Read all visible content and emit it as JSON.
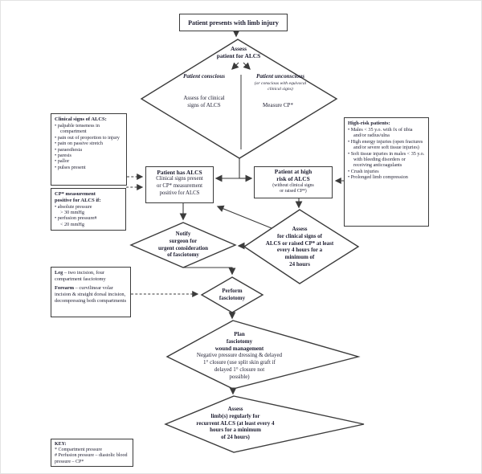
{
  "accent_colors": {
    "ink": "#1d1d30",
    "line": "#3b3b3b",
    "background": "#ffffff"
  },
  "top_box": {
    "label": "Patient presents with limb injury"
  },
  "triage_diamond": {
    "title": "Assess\npatient for ALCS",
    "left_branch": {
      "heading": "Patient conscious",
      "action": "Assess for clinical\nsigns of ALCS"
    },
    "right_branch": {
      "heading": "Patient unconscious",
      "note": "(or conscious with equivocal\nclinical signs)",
      "action": "Measure CP*"
    }
  },
  "clinical_signs_box": {
    "title": "Clinical signs of ALCS:",
    "items": [
      "palpable tenseness in compartment",
      "pain out of proportion to injury",
      "pain on passive stretch",
      "paraesthesia",
      "paresis",
      "pallor",
      "pulses present"
    ]
  },
  "cp_box": {
    "title": "CP* measurement\npositive for ALCS if:",
    "items": [
      "absolute pressure\n> 30 mmHg",
      "perfusion pressure#\n< 20 mmHg"
    ]
  },
  "high_risk_box": {
    "title": "High-risk patients:",
    "items": [
      "Males < 35 y.o. with fx of tibia and/or radius/ulna",
      "High energy injuries (open fractures and/or severe soft tissue injuries)",
      "Soft tissue injuries in males < 35 y.o. with bleeding disorders or receiving anticoagulants",
      "Crush injuries",
      "Prolonged limb compression"
    ]
  },
  "has_alcs_box": {
    "title": "Patient has ALCS",
    "body": "Clinical signs present\nor CP* measurement\npositive for ALCS"
  },
  "at_risk_box": {
    "title": "Patient at high\nrisk of ALCS",
    "note": "(without clinical signs\nor raised CP*)"
  },
  "notify_diamond": {
    "label": "Notify\nsurgeon for\nurgent consideration\nof fasciotomy"
  },
  "monitor_diamond": {
    "label": "Assess\nfor clinical signs of\nALCS or raised CP* at least\nevery 4 hours for a\nminimum of\n24 hours"
  },
  "fasciotomy_box": {
    "leg_label": "Leg",
    "leg_text": " – two incision, four compartment fasciotomy",
    "forearm_label": "Forearm",
    "forearm_text": " – curvilinear volar incision & straight dorsal incision, decompressing both compartments"
  },
  "perform_diamond": {
    "label": "Perform\nfasciotomy"
  },
  "plan_diamond": {
    "title": "Plan\nfasciotomy\nwound management",
    "body": "Negative pressure dressing & delayed\n1° closure (use split skin graft if\ndelayed 1° closure not\npossible)"
  },
  "recheck_diamond": {
    "label": "Assess\nlimb(s) regularly for\nrecurrent ALCS (at least every 4\nhours for a minimum\nof 24 hours)"
  },
  "key_box": {
    "title": "KEY:",
    "lines": [
      "* Compartment pressure",
      "# Perfusion pressure – diastolic blood pressure – CP*"
    ]
  }
}
